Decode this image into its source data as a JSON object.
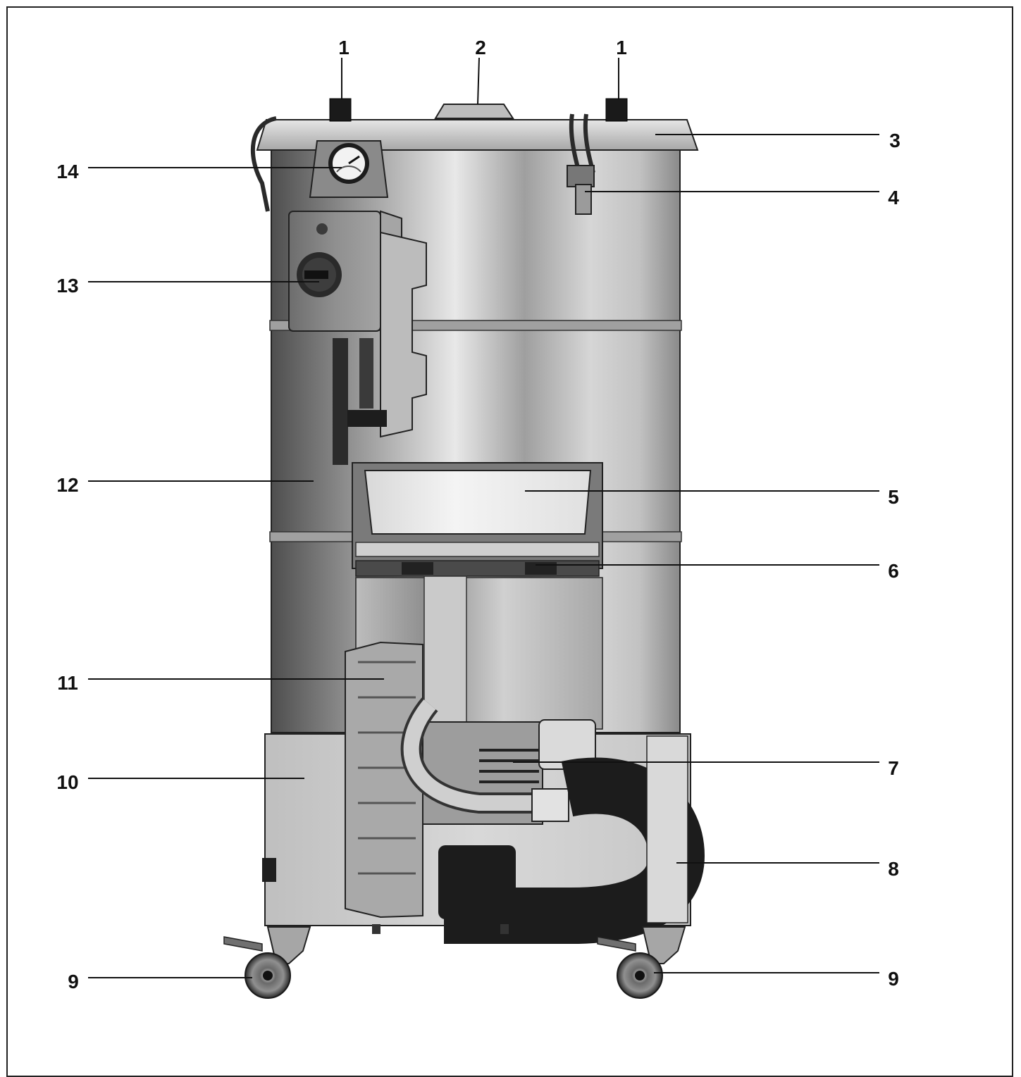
{
  "callouts": {
    "n1": "1",
    "n2": "2",
    "n3": "3",
    "n4": "4",
    "n5": "5",
    "n6": "6",
    "n7": "7",
    "n8": "8",
    "n9": "9",
    "n10": "10",
    "n11": "11",
    "n12": "12",
    "n13": "13",
    "n14": "14"
  },
  "colors": {
    "ink": "#111111",
    "drum_dark": "#5a5a5a",
    "drum_mid": "#9a9a9a",
    "drum_light": "#dcdcdc",
    "hose": "#1c1c1c",
    "base": "#c9c9c9"
  },
  "icons": [
    "pressure-gauge-icon",
    "rotary-switch-icon",
    "caster-wheel-icon"
  ]
}
